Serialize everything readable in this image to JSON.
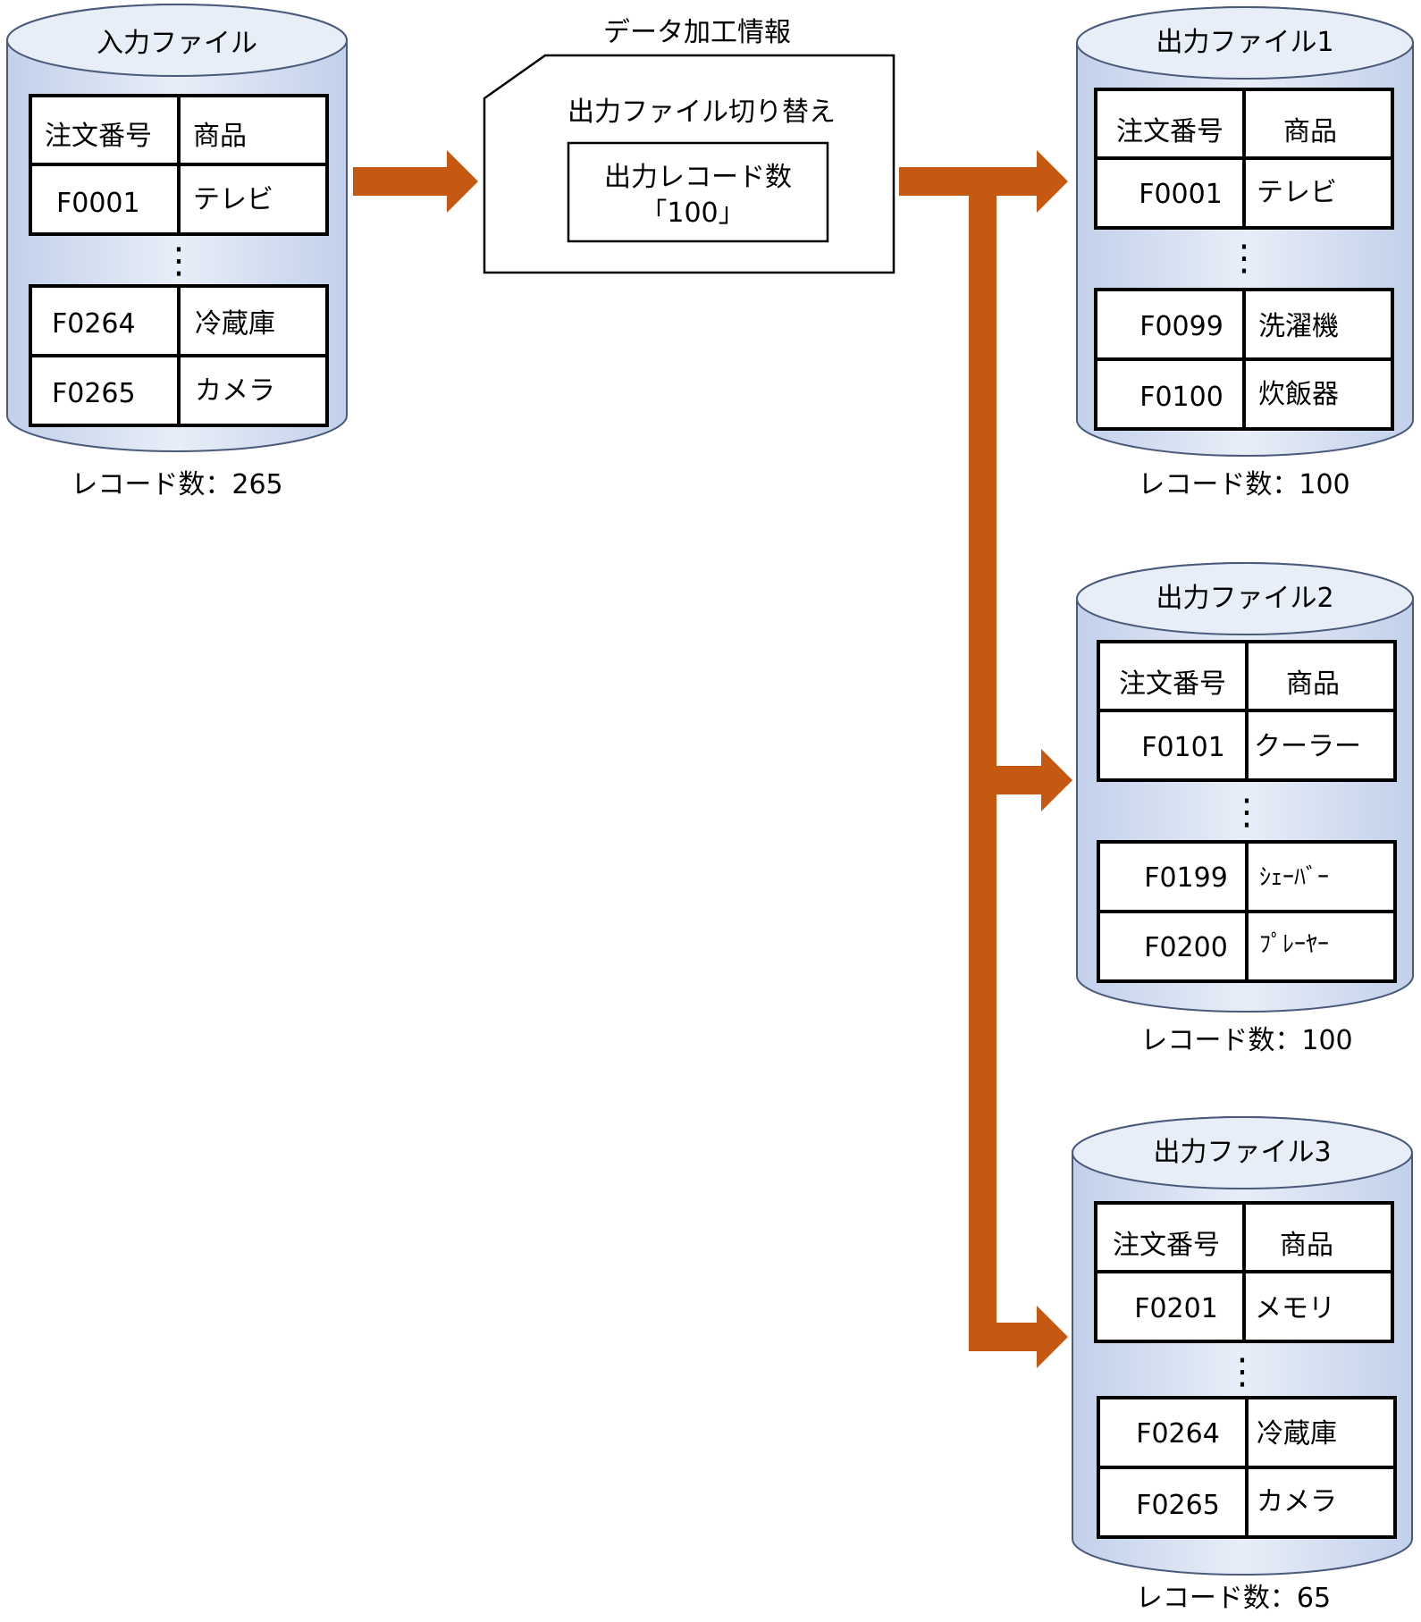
{
  "colors": {
    "arrow": "#C65911",
    "cylinder_light": "#E8EEF8",
    "cylinder_mid": "#C2D0EA",
    "cylinder_edge": "#4A5A7A"
  },
  "input_file": {
    "title": "入力ファイル",
    "header": [
      "注文番号",
      "商品"
    ],
    "rows_top": [
      [
        "F0001",
        "テレビ"
      ]
    ],
    "ellipsis": "⋮",
    "rows_bottom": [
      [
        "F0264",
        "冷蔵庫"
      ],
      [
        "F0265",
        "カメラ"
      ]
    ],
    "count_label": "レコード数：265"
  },
  "processing": {
    "title": "データ加工情報",
    "heading": "出力ファイル切り替え",
    "box_line1": "出力レコード数",
    "box_line2": "「100」"
  },
  "output_files": [
    {
      "title": "出力ファイル1",
      "header": [
        "注文番号",
        "商品"
      ],
      "rows_top": [
        [
          "F0001",
          "テレビ"
        ]
      ],
      "ellipsis": "⋮",
      "rows_bottom": [
        [
          "F0099",
          "洗濯機"
        ],
        [
          "F0100",
          "炊飯器"
        ]
      ],
      "count_label": "レコード数：100"
    },
    {
      "title": "出力ファイル2",
      "header": [
        "注文番号",
        "商品"
      ],
      "rows_top": [
        [
          "F0101",
          "クーラー"
        ]
      ],
      "ellipsis": "⋮",
      "rows_bottom": [
        [
          "F0199",
          "ｼｪｰﾊﾞｰ"
        ],
        [
          "F0200",
          "ﾌﾟﾚｰﾔｰ"
        ]
      ],
      "count_label": "レコード数：100"
    },
    {
      "title": "出力ファイル3",
      "header": [
        "注文番号",
        "商品"
      ],
      "rows_top": [
        [
          "F0201",
          "メモリ"
        ]
      ],
      "ellipsis": "⋮",
      "rows_bottom": [
        [
          "F0264",
          "冷蔵庫"
        ],
        [
          "F0265",
          "カメラ"
        ]
      ],
      "count_label": "レコード数：65"
    }
  ]
}
